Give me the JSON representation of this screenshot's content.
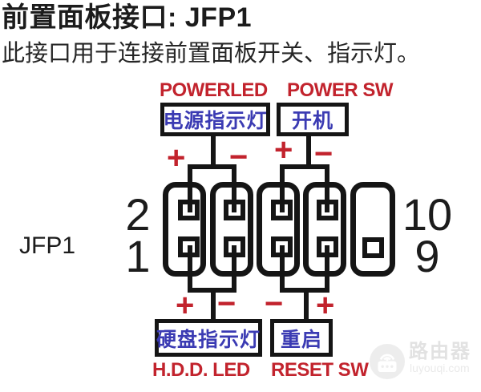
{
  "page": {
    "title": "前置面板接口: JFP1",
    "subtitle": "此接口用于连接前置面板开关、指示灯。"
  },
  "connector": {
    "name": "JFP1",
    "pins": {
      "top_left": "2",
      "bottom_left": "1",
      "top_right": "10",
      "bottom_right": "9"
    }
  },
  "top_connections": [
    {
      "en": "POWERLED",
      "zh": "电源指示灯",
      "signs": [
        "+",
        "−"
      ]
    },
    {
      "en": "POWER SW",
      "zh": "开机",
      "signs": [
        "+",
        "−"
      ]
    }
  ],
  "bottom_connections": [
    {
      "en": "H.D.D. LED",
      "zh": "硬盘指示灯",
      "signs": [
        "+",
        "−"
      ]
    },
    {
      "en": "RESET SW",
      "zh": "重启",
      "signs": [
        "−",
        "+"
      ]
    }
  ],
  "watermark": {
    "name": "路由器",
    "domain": "luyouqi.com"
  },
  "colors": {
    "red": "#c2232d",
    "blue": "#3b3bb3",
    "line": "#151515",
    "watermark": "#ededed"
  }
}
